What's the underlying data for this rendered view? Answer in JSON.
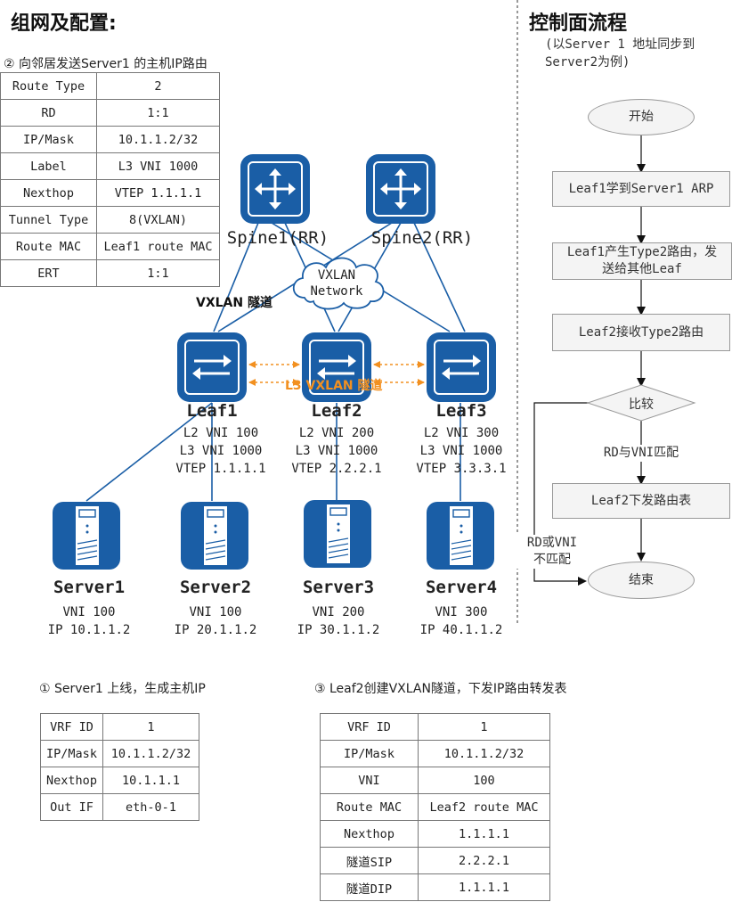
{
  "colors": {
    "device_blue": "#1a5ea6",
    "tunnel_orange": "#f29020",
    "flow_fill": "#f4f4f4",
    "flow_border": "#999999"
  },
  "left": {
    "title": "组网及配置:",
    "step2": {
      "caption": "② 向邻居发送Server1 的主机IP路由",
      "rows": [
        {
          "k": "Route Type",
          "v": "2"
        },
        {
          "k": "RD",
          "v": "1:1"
        },
        {
          "k": "IP/Mask",
          "v": "10.1.1.2/32"
        },
        {
          "k": "Label",
          "v": "L3 VNI 1000"
        },
        {
          "k": "Nexthop",
          "v": "VTEP 1.1.1.1"
        },
        {
          "k": "Tunnel Type",
          "v": "8(VXLAN)"
        },
        {
          "k": "Route MAC",
          "v": "Leaf1 route MAC"
        },
        {
          "k": "ERT",
          "v": "1:1"
        }
      ]
    },
    "spines": [
      {
        "name": "Spine1(RR)",
        "icon": "router-icon"
      },
      {
        "name": "Spine2(RR)",
        "icon": "router-icon"
      }
    ],
    "cloud": {
      "line1": "VXLAN",
      "line2": "Network"
    },
    "vxlan_tunnel": "VXLAN 隧道",
    "l3_tunnel": "L3 VXLAN 隧道",
    "leaves": [
      {
        "name": "Leaf1",
        "l2": "L2 VNI 100",
        "l3": "L3 VNI 1000",
        "vtep": "VTEP 1.1.1.1",
        "icon": "switch-icon"
      },
      {
        "name": "Leaf2",
        "l2": "L2 VNI 200",
        "l3": "L3 VNI 1000",
        "vtep": "VTEP 2.2.2.1",
        "icon": "switch-icon"
      },
      {
        "name": "Leaf3",
        "l2": "L2 VNI 300",
        "l3": "L3 VNI 1000",
        "vtep": "VTEP 3.3.3.1",
        "icon": "switch-icon"
      }
    ],
    "servers": [
      {
        "name": "Server1",
        "vni": "VNI 100",
        "ip": "IP 10.1.1.2",
        "icon": "server-icon"
      },
      {
        "name": "Server2",
        "vni": "VNI 100",
        "ip": "IP 20.1.1.2",
        "icon": "server-icon"
      },
      {
        "name": "Server3",
        "vni": "VNI 200",
        "ip": "IP 30.1.1.2",
        "icon": "server-icon"
      },
      {
        "name": "Server4",
        "vni": "VNI 300",
        "ip": "IP 40.1.1.2",
        "icon": "server-icon"
      }
    ]
  },
  "right": {
    "title": "控制面流程",
    "subtitle_line1": "(以Server 1 地址同步到",
    "subtitle_line2": "Server2为例)",
    "start": "开始",
    "step1": "Leaf1学到Server1 ARP",
    "step2_line1": "Leaf1产生Type2路由，发",
    "step2_line2": "送给其他Leaf",
    "step3": "Leaf2接收Type2路由",
    "compare": "比较",
    "match": "RD与VNI匹配",
    "step4": "Leaf2下发路由表",
    "nomatch_line1": "RD或VNI",
    "nomatch_line2": "不匹配",
    "end": "结束"
  },
  "bottom": {
    "step1": {
      "caption": "① Server1 上线，生成主机IP",
      "rows": [
        {
          "k": "VRF ID",
          "v": "1"
        },
        {
          "k": "IP/Mask",
          "v": "10.1.1.2/32"
        },
        {
          "k": "Nexthop",
          "v": "10.1.1.1"
        },
        {
          "k": "Out IF",
          "v": "eth-0-1"
        }
      ]
    },
    "step3": {
      "caption": "③ Leaf2创建VXLAN隧道，下发IP路由转发表",
      "rows": [
        {
          "k": "VRF ID",
          "v": "1"
        },
        {
          "k": "IP/Mask",
          "v": "10.1.1.2/32"
        },
        {
          "k": "VNI",
          "v": "100"
        },
        {
          "k": "Route MAC",
          "v": "Leaf2 route MAC"
        },
        {
          "k": "Nexthop",
          "v": "1.1.1.1"
        },
        {
          "k": "隧道SIP",
          "v": "2.2.2.1"
        },
        {
          "k": "隧道DIP",
          "v": "1.1.1.1"
        }
      ]
    }
  }
}
